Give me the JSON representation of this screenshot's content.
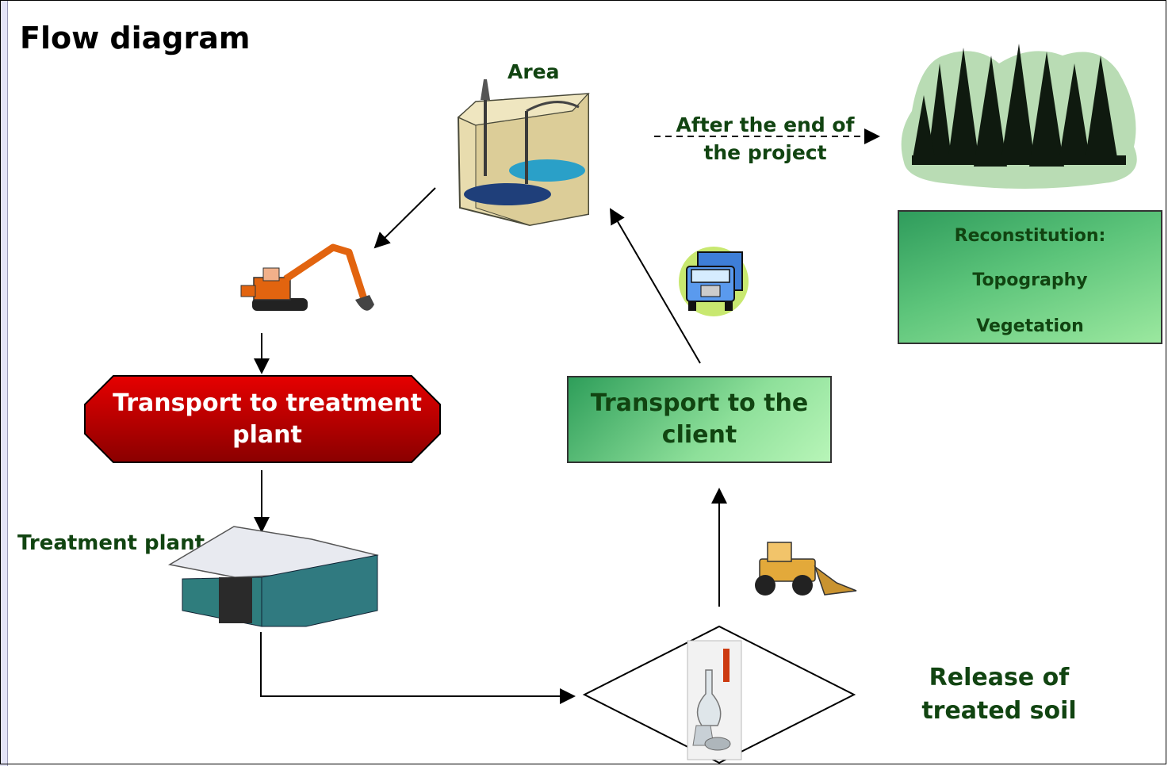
{
  "title": "Flow diagram",
  "labels": {
    "area": "Area",
    "after_project": "After the end of the project",
    "treatment_plant": "Treatment plant",
    "release": "Release of treated soil"
  },
  "boxes": {
    "transport_treatment": "Transport to treatment plant",
    "transport_client": "Transport to the client"
  },
  "reconstitution": {
    "heading": "Reconstitution:",
    "items": [
      "Topography",
      "Vegetation"
    ]
  },
  "colors": {
    "text_green": "#114411",
    "red_box": "#cc0000",
    "green_box": "#8ee09a"
  },
  "icons": [
    "oil-site-icon",
    "forest-icon",
    "excavator-icon",
    "truck-icon",
    "warehouse-icon",
    "lab-flask-icon",
    "wheel-loader-icon"
  ]
}
